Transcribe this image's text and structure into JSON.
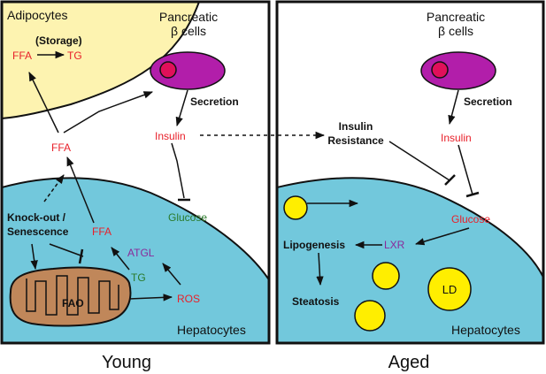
{
  "young": {
    "adipocytes": "Adipocytes",
    "storage": "(Storage)",
    "ffa_adipo": "FFA",
    "tg_adipo": "TG",
    "pancreatic_line1": "Pancreatic",
    "pancreatic_line2": "β cells",
    "secretion": "Secretion",
    "insulin": "Insulin",
    "ffa_mid": "FFA",
    "glucose": "Glucose",
    "knockout_line1": "Knock-out /",
    "knockout_line2": "Senescence",
    "ffa_liver": "FFA",
    "atgl": "ATGL",
    "tg_liver": "TG",
    "ros": "ROS",
    "fao": "FAO",
    "hepatocytes": "Hepatocytes",
    "caption": "Young"
  },
  "aged": {
    "pancreatic_line1": "Pancreatic",
    "pancreatic_line2": "β cells",
    "secretion": "Secretion",
    "insulin_resistance_line1": "Insulin",
    "insulin_resistance_line2": "Resistance",
    "insulin": "Insulin",
    "glucose": "Glucose",
    "lipogenesis": "Lipogenesis",
    "lxr": "LXR",
    "steatosis": "Steatosis",
    "ld": "LD",
    "hepatocytes": "Hepatocytes",
    "caption": "Aged"
  },
  "colors": {
    "adipocyte_fill": "#fdf3b0",
    "liver_fill": "#72c8dc",
    "beta_cell": "#b21eaa",
    "nucleus": "#e0105a",
    "mitochondria": "#c0875a",
    "lipid_droplet": "#ffee00",
    "red_text": "#e8202a",
    "green_text": "#2a7a2a",
    "purple_text": "#8a2a9a"
  }
}
